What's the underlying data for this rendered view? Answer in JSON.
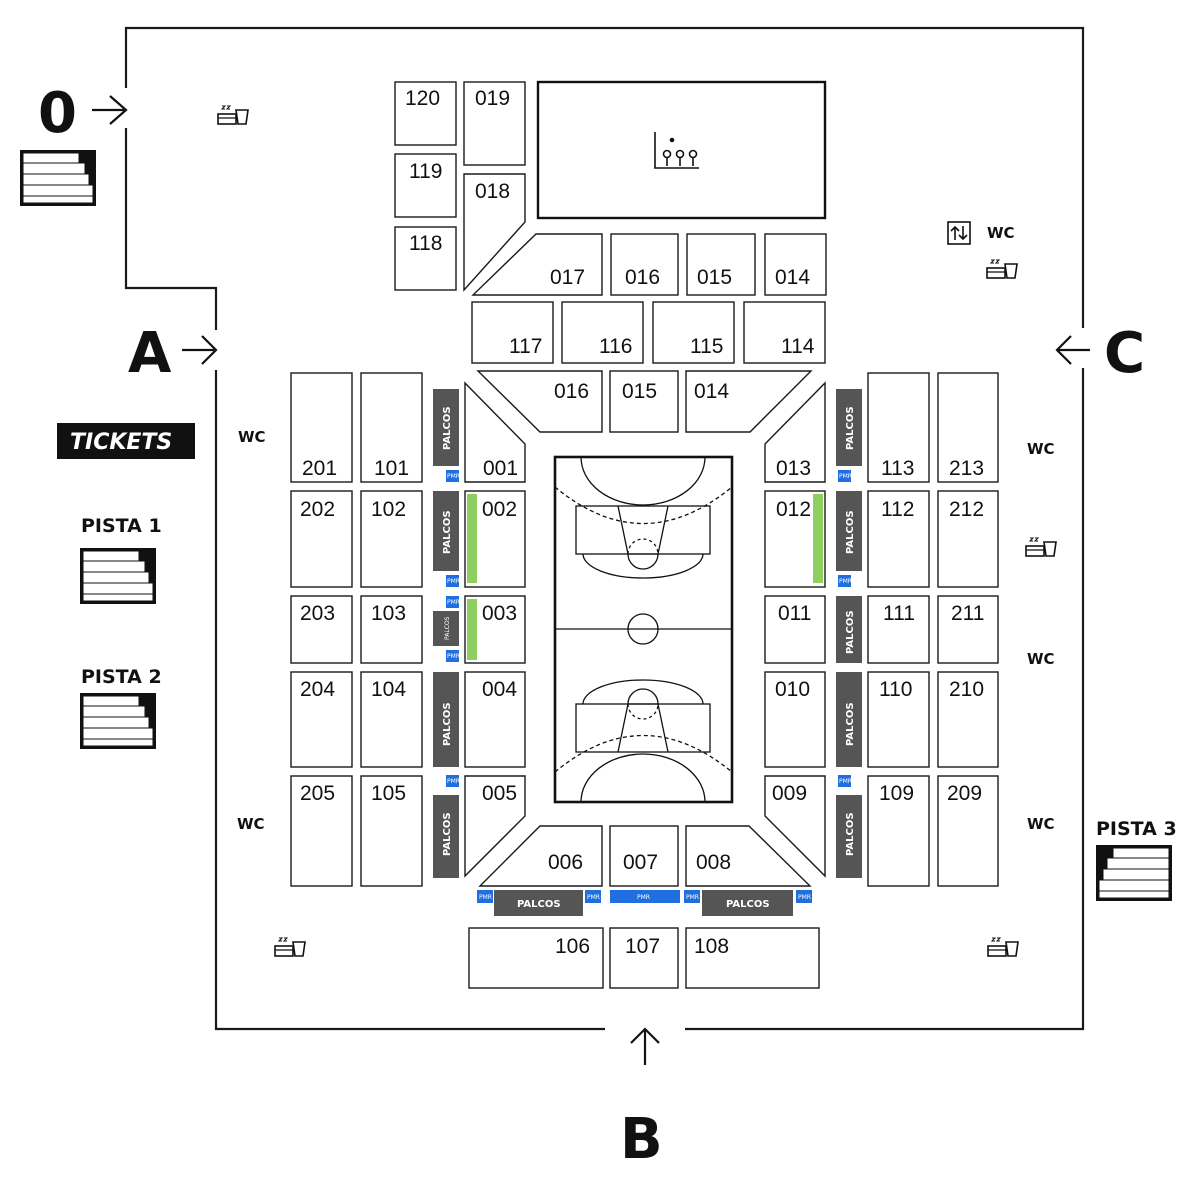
{
  "gates": {
    "g0": "0",
    "a": "A",
    "b": "B",
    "c": "C"
  },
  "tickets_label": "TICKETS",
  "pistas": {
    "p1": "PISTA 1",
    "p2": "PISTA 2",
    "p3": "PISTA 3"
  },
  "wc_label": "WC",
  "palcos_label": "PALCOS",
  "pmr_label": "PMR",
  "sections": {
    "s120": "120",
    "s119": "119",
    "s118": "118",
    "s019": "019",
    "s018": "018",
    "s017": "017",
    "s016u": "016",
    "s015u": "015",
    "s014u": "014",
    "s117": "117",
    "s116": "116",
    "s115": "115",
    "s114": "114",
    "s016": "016",
    "s015": "015",
    "s014": "014",
    "s201": "201",
    "s101": "101",
    "s001": "001",
    "s202": "202",
    "s102": "102",
    "s002": "002",
    "s203": "203",
    "s103": "103",
    "s003": "003",
    "s204": "204",
    "s104": "104",
    "s004": "004",
    "s205": "205",
    "s105": "105",
    "s005": "005",
    "s013": "013",
    "s113": "113",
    "s213": "213",
    "s012": "012",
    "s112": "112",
    "s212": "212",
    "s011": "011",
    "s111": "111",
    "s211": "211",
    "s010": "010",
    "s110": "110",
    "s210": "210",
    "s009": "009",
    "s109": "109",
    "s209": "209",
    "s006": "006",
    "s007": "007",
    "s008": "008",
    "s106": "106",
    "s107": "107",
    "s108": "108"
  },
  "colors": {
    "palcos": "#555555",
    "pmr": "#1f6fe0",
    "green": "#8fcf5f",
    "line": "#1a1a1a"
  },
  "icons": [
    "food-icon",
    "elevator-icon",
    "stairs-icon",
    "arrow-icon",
    "stage-icon"
  ]
}
